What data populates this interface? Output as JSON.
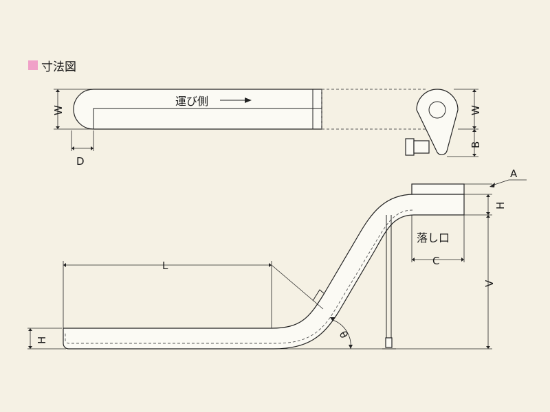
{
  "title": "寸法図",
  "title_marker_color": "#f0a0c8",
  "background_color": "#f5f1e4",
  "labels": {
    "W_left": "W",
    "W_right": "W",
    "D": "D",
    "B": "B",
    "direction": "運び側",
    "A": "A",
    "H_top": "H",
    "H_bottom": "H",
    "outlet": "落し口",
    "C": "C",
    "L": "L",
    "V": "V",
    "theta": "θ"
  }
}
